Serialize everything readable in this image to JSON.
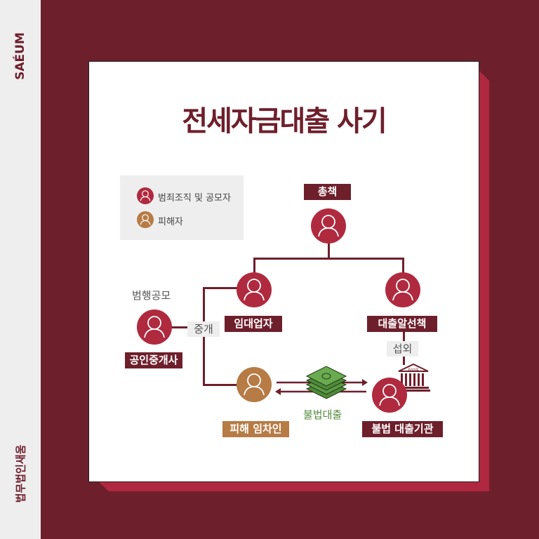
{
  "brand": {
    "name": "SAÉUM",
    "firm": "법무법인새움"
  },
  "title": "전세자금대출 사기",
  "legend": {
    "criminal": "범죄조직 및 공모자",
    "victim": "피해자"
  },
  "nodes": {
    "boss": "총책",
    "landlord": "임대업자",
    "broker_loan": "대출알선책",
    "realtor": "공인중개사",
    "victim": "피해 임차인",
    "lender": "불법 대출기관"
  },
  "edges": {
    "conspiracy": "범행공모",
    "mediation": "중개",
    "recruit": "섭외",
    "illegal_loan": "불법대출",
    "bank": "BANK"
  },
  "colors": {
    "maroon": "#6e1f2c",
    "red": "#b02a3f",
    "victim": "#b77b45",
    "green": "#4f8a3a"
  }
}
